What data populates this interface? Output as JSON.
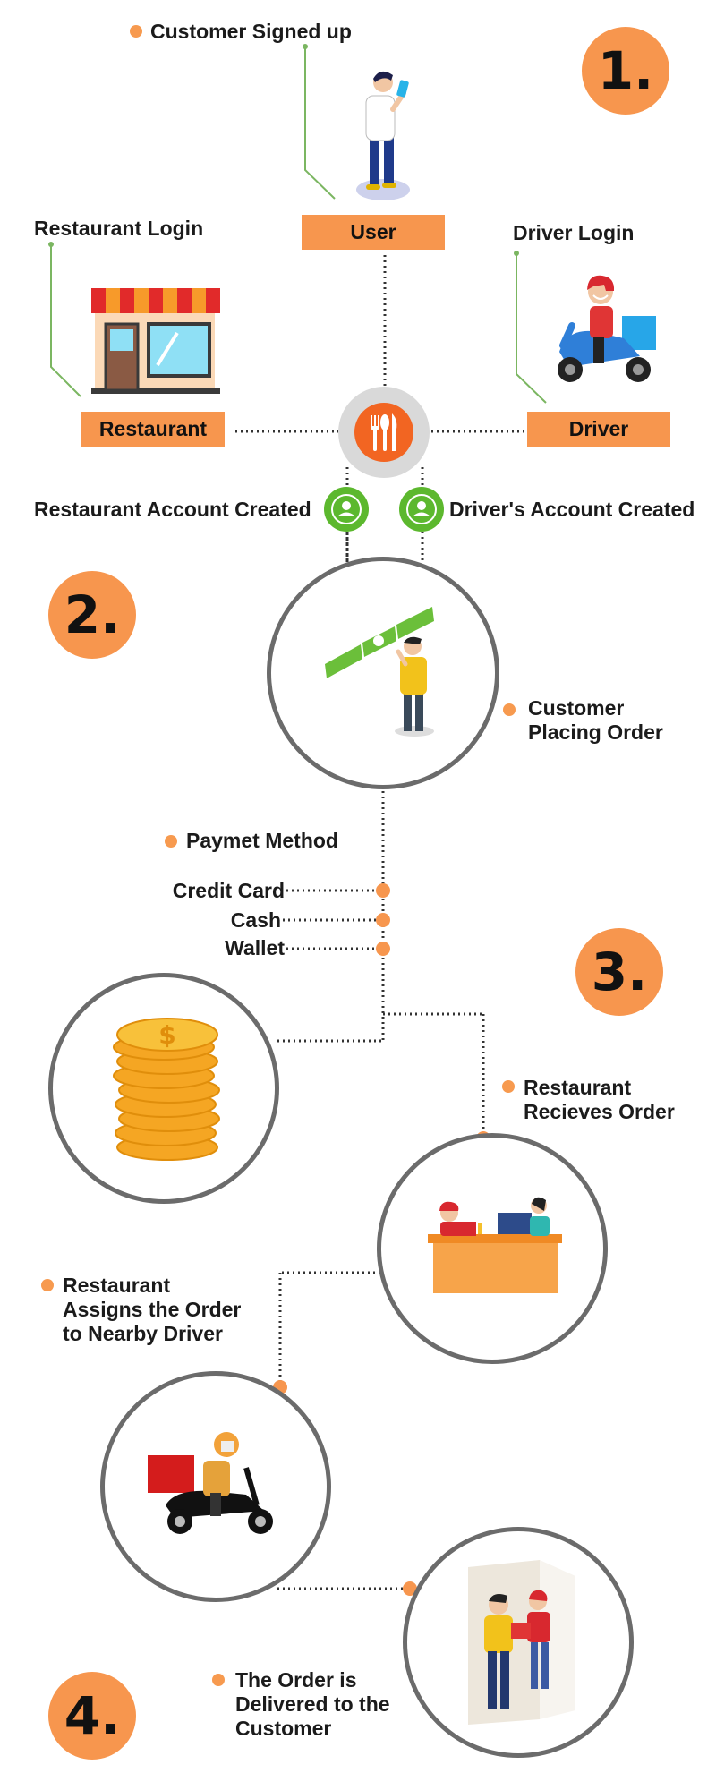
{
  "colors": {
    "accent": "#f7964e",
    "green": "#5cb82e",
    "ring": "#6b6b6b",
    "line": "#333333"
  },
  "step_numbers": [
    "1.",
    "2.",
    "3.",
    "4."
  ],
  "stage1": {
    "customer_signed_up": "Customer Signed up",
    "user_label": "User",
    "restaurant_login": "Restaurant Login",
    "restaurant_label": "Restaurant",
    "driver_login": "Driver Login",
    "driver_label": "Driver",
    "hub_icon": "fork-knife-spoon-icon"
  },
  "stage2": {
    "restaurant_account_created": "Restaurant Account Created",
    "driver_account_created": "Driver's Account Created",
    "customer_placing_order": [
      "Customer",
      "Placing Order"
    ]
  },
  "stage3": {
    "payment_method": "Paymet Method",
    "payment_options": [
      "Credit Card",
      "Cash",
      "Wallet"
    ],
    "restaurant_receives_order": [
      "Restaurant",
      "Recieves Order"
    ],
    "restaurant_assigns": [
      "Restaurant",
      "Assigns the Order",
      "to Nearby Driver"
    ]
  },
  "stage4": {
    "order_delivered": [
      "The Order is",
      "Delivered to the",
      "Customer"
    ]
  }
}
